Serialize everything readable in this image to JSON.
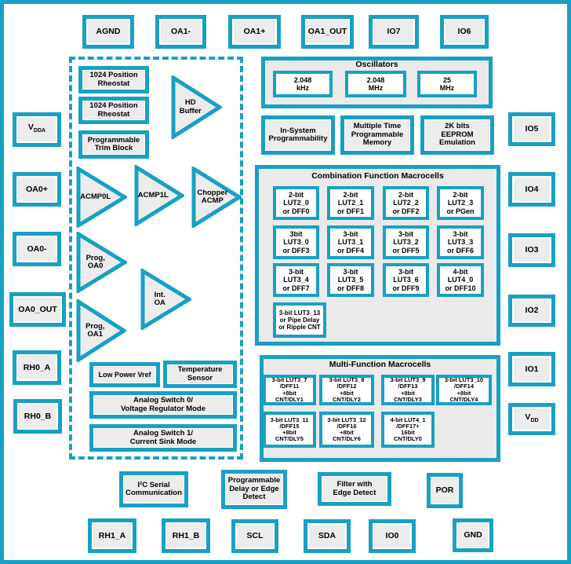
{
  "colors": {
    "teal": "#18A0C4",
    "box_fill": "#ECECEC",
    "container_fill": "#EAEAEA",
    "cell_fill": "#FFFFFF",
    "text": "#000000"
  },
  "pins": {
    "top": [
      "AGND",
      "OA1-",
      "OA1+",
      "OA1_OUT",
      "IO7",
      "IO6"
    ],
    "left": [
      {
        "base": "V",
        "sub": "DDA"
      },
      {
        "base": "OA0+"
      },
      {
        "base": "OA0-"
      },
      {
        "base": "OA0_OUT"
      },
      {
        "base": "RH0_A"
      },
      {
        "base": "RH0_B"
      }
    ],
    "right": [
      {
        "base": "IO5"
      },
      {
        "base": "IO4"
      },
      {
        "base": "IO3"
      },
      {
        "base": "IO2"
      },
      {
        "base": "IO1"
      },
      {
        "base": "V",
        "sub": "DD"
      }
    ],
    "bottom": [
      "RH1_A",
      "RH1_B",
      "SCL",
      "SDA",
      "IO0",
      "GND"
    ]
  },
  "analog_block": {
    "rheostat_1": "1024 Position\nRheostat",
    "rheostat_2": "1024 Position\nRheostat",
    "trim_block": "Programmable\nTrim Block",
    "hd_buffer": "HD\nBuffer",
    "acmp0l": "ACMP0L",
    "acmp1l": "ACMP1L",
    "chopper_acmp": "Chopper\nACMP",
    "prog_oa0": "Prog,\nOA0",
    "int_oa": "Int.\nOA",
    "prog_oa1": "Prog,\nOA1",
    "low_power_vref": "Low Power Vref",
    "temperature_sensor": "Temperature\nSensor",
    "analog_switch_0": "Analog Switch 0/\nVoltage Regulator Mode",
    "analog_switch_1": "Analog Switch 1/\nCurrent Sink Mode"
  },
  "oscillators": {
    "title": "Oscillators",
    "items": [
      "2.048\nkHz",
      "2.048\nMHz",
      "25\nMHz"
    ]
  },
  "memory_blocks": [
    "In-System\nProgrammability",
    "Multiple Time\nProgrammable\nMemory",
    "2K bits\nEEPROM\nEmulation"
  ],
  "combination_macrocells": {
    "title": "Combination Function Macrocells",
    "cells": [
      "2-bit\nLUT2_0\nor DFF0",
      "2-bit\nLUT2_1\nor DFF1",
      "2-bit\nLUT2_2\nor DFF2",
      "2-bit\nLUT2_3\nor PGen",
      "3bit\nLUT3_0\nor DFF3",
      "3-bit\nLUT3_1\nor DFF4",
      "3-bit\nLUT3_2\nor DFF5",
      "3-bit\nLUT3_3\nor DFF6",
      "3-bit\nLUT3_4\nor DFF7",
      "3-bit\nLUT3_5\nor DFF8",
      "3-bit\nLUT3_6\nor DFF9",
      "4-bit\nLUT4_0\nor DFF10",
      "3-bit LUT3_13\nor Pipe Delay\nor Ripple CNT"
    ]
  },
  "multi_function_macrocells": {
    "title": "Multi-Function Macrocells",
    "cells": [
      "3-bit LUT3_7\n/DFF11\n+8bit\nCNT/DLY1",
      "3-bit LUT3_8\n/DFF12\n+8bit\nCNT/DLY2",
      "3-bit LUT3_9\n/DFF13\n+8bit\nCNT/DLY3",
      "3-bit LUT3_10\n/DFF14\n+8bit\nCNT/DLY4",
      "3-bit LUT3_11\n/DFF15\n+8bit\nCNT/DLY5",
      "3-bit LUT3_12\n/DFF16\n+8bit\nCNT/DLY6",
      "4-bit LUT4_1\n/DFF17+\n16bit\nCNT/DLY0"
    ]
  },
  "misc_blocks": {
    "i2c": "I²C Serial\nCommunication",
    "prog_delay": "Programmable\nDelay or Edge\nDetect",
    "filter": "Filter with\nEdge Detect",
    "por": "POR"
  }
}
